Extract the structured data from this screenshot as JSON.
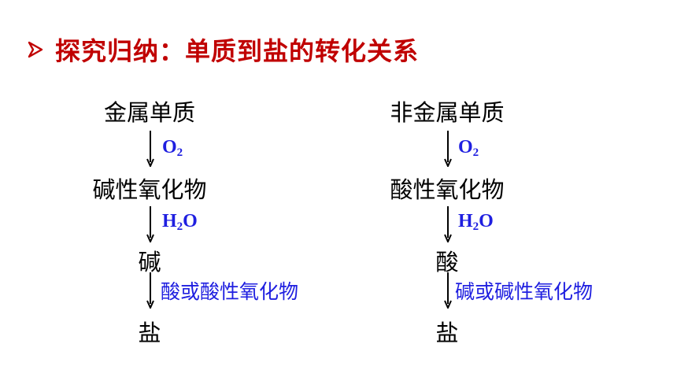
{
  "heading": {
    "text": "探究归纳：单质到盐的转化关系",
    "color": "#c00000"
  },
  "left_chain": {
    "nodes": [
      "金属单质",
      "碱性氧化物",
      "碱",
      "盐"
    ],
    "reagents": {
      "o2_main": "O",
      "o2_sub": "2",
      "h2o_h": "H",
      "h2o_sub": "2",
      "h2o_o": "O",
      "third": "酸或酸性氧化物"
    }
  },
  "right_chain": {
    "nodes": [
      "非金属单质",
      "酸性氧化物",
      "酸",
      "盐"
    ],
    "reagents": {
      "o2_main": "O",
      "o2_sub": "2",
      "h2o_h": "H",
      "h2o_sub": "2",
      "h2o_o": "O",
      "third": "碱或碱性氧化物"
    }
  },
  "colors": {
    "reagent": "#1f1fe0",
    "text": "#000000"
  }
}
